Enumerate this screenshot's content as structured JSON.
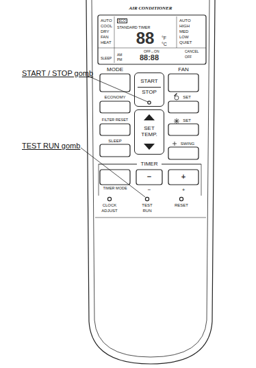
{
  "diagram": {
    "nodes": [
      {
        "text": [
          "START",
          "STOP"
        ]
      },
      {
        "text": [
          "SET TEMP."
        ]
      }
    ],
    "labels": [
      "START / STOP gomb",
      "TEST RUN gomb",
      "AIR CONDITIONER",
      "AUTO",
      "COOL",
      "DRY",
      "FAN",
      "HEAT",
      "ECO",
      "STANDARD TIMER",
      "88",
      "°F",
      "°C",
      "AUTO",
      "HIGH",
      "MED",
      "LOW",
      "QUIET",
      "SLEEP",
      "OFF↔ON",
      "CANCEL",
      "AM",
      "PM",
      "88:88",
      "OFF",
      "MODE",
      "FAN",
      "ECONOMY",
      "SET",
      "FILTER RESET",
      "SET",
      "SLEEP",
      "SWING",
      "TIMER",
      "TIMER MODE",
      "−",
      "+",
      "−",
      "+",
      "CLOCK",
      "ADJUST",
      "TEST",
      "RUN",
      "RESET"
    ]
  }
}
